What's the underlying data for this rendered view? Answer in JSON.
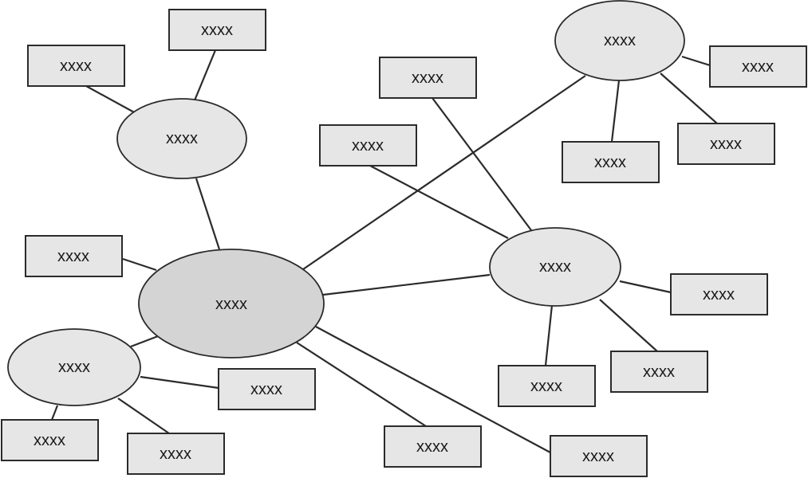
{
  "diagram": {
    "center": "xxxx",
    "hubs": {
      "top_left": "xxxx",
      "top_right": "xxxx",
      "right": "xxxx",
      "bottom_left": "xxxx"
    },
    "boxes": {
      "tl_top": "xxxx",
      "tl_left": "xxxx",
      "center_left": "xxxx",
      "bl_bottom_left": "xxxx",
      "bl_bottom": "xxxx",
      "bl_right": "xxxx",
      "center_bottom": "xxxx",
      "center_bottom_right": "xxxx",
      "r_left_top": "xxxx",
      "r_top": "xxxx",
      "r_right": "xxxx",
      "r_bottom_right": "xxxx",
      "r_bottom": "xxxx",
      "tr_right": "xxxx",
      "tr_bottom_right": "xxxx",
      "tr_bottom": "xxxx"
    }
  }
}
